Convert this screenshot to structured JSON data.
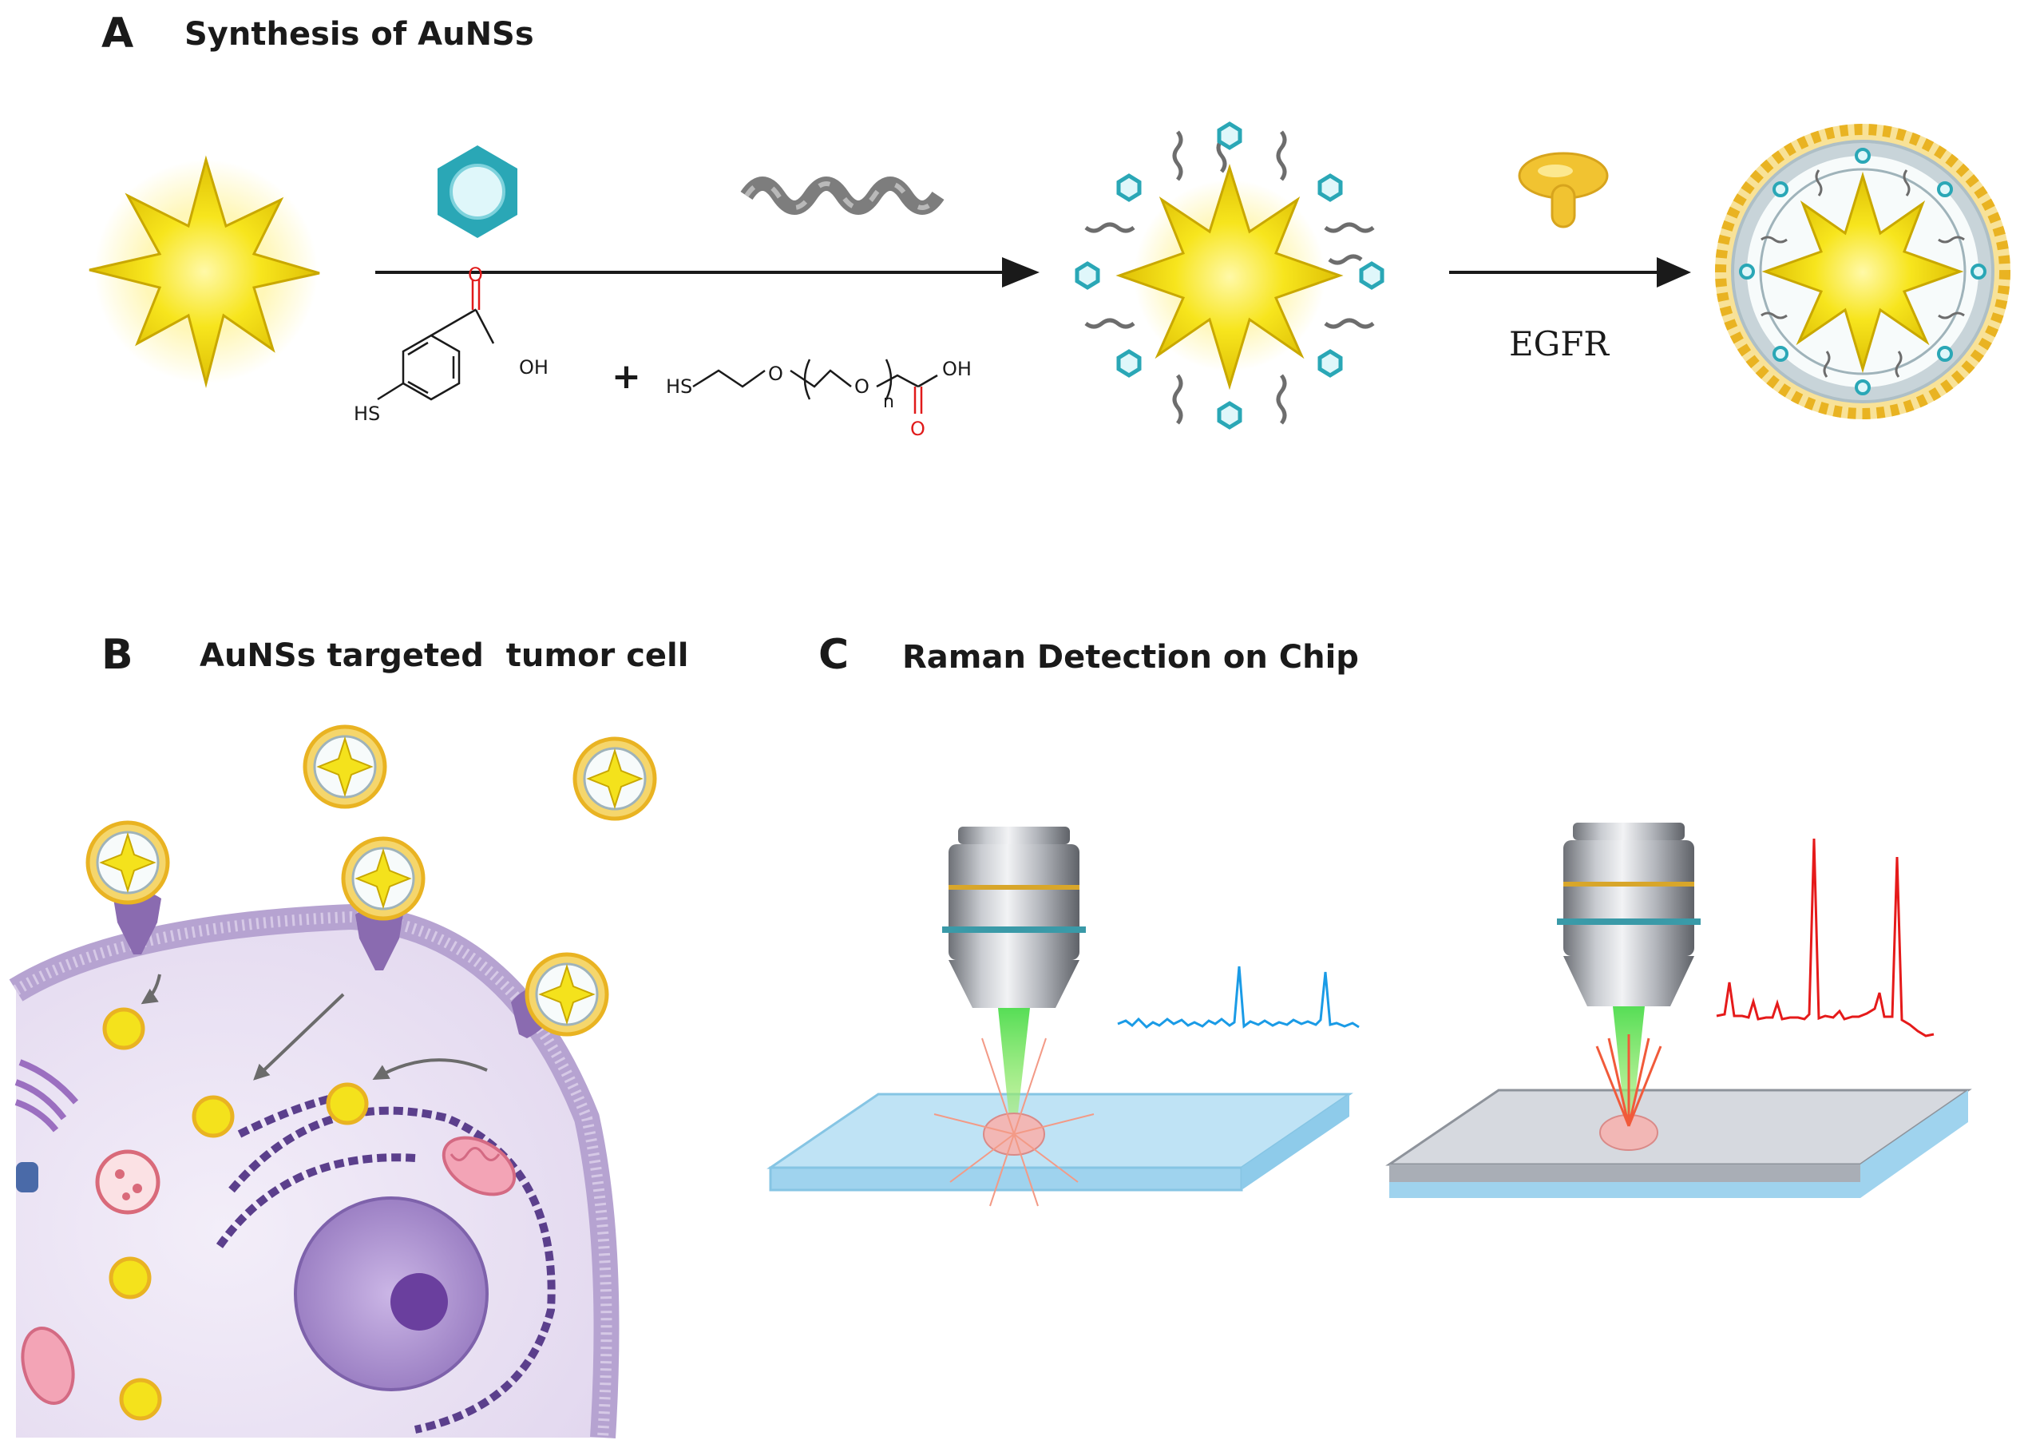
{
  "panels": {
    "a": {
      "letter": "A",
      "title": "Synthesis of AuNSs"
    },
    "b": {
      "letter": "B",
      "title": "AuNSs targeted  tumor cell"
    },
    "c": {
      "letter": "C",
      "title": "Raman Detection on Chip"
    }
  },
  "reaction": {
    "arrow2_label": "EGFR",
    "plus_sign": "+",
    "mba": {
      "hs": "HS",
      "o": "O",
      "oh": "OH"
    },
    "peg": {
      "hs": "HS",
      "o1": "O",
      "o2": "O",
      "n": "n",
      "oh": "OH",
      "o_carbonyl": "O"
    }
  },
  "colors": {
    "gold": "#f4e21c",
    "gold_edge": "#c9a800",
    "linker_teal": "#3fb6c4",
    "spectrum_blue": "#1a9be6",
    "spectrum_red": "#e51a1a",
    "cell_purple": "#e9e1f3",
    "membrane": "#b6a3d1",
    "receptor": "#8a6bb0",
    "glass_blue": "#bfe3f5",
    "glass_gray": "#d6d9df",
    "sulfur_orange": "#e8841c",
    "oxygen_red": "#e01a1a"
  },
  "icons": [
    "gold-nanostar-icon",
    "benzene-ring-icon",
    "dna-strand-icon",
    "antibody-icon",
    "microscope-objective-icon",
    "tumor-cell-icon",
    "nucleus-icon",
    "mitochondria-icon",
    "golgi-icon",
    "lysosome-icon",
    "glass-chip-icon"
  ]
}
